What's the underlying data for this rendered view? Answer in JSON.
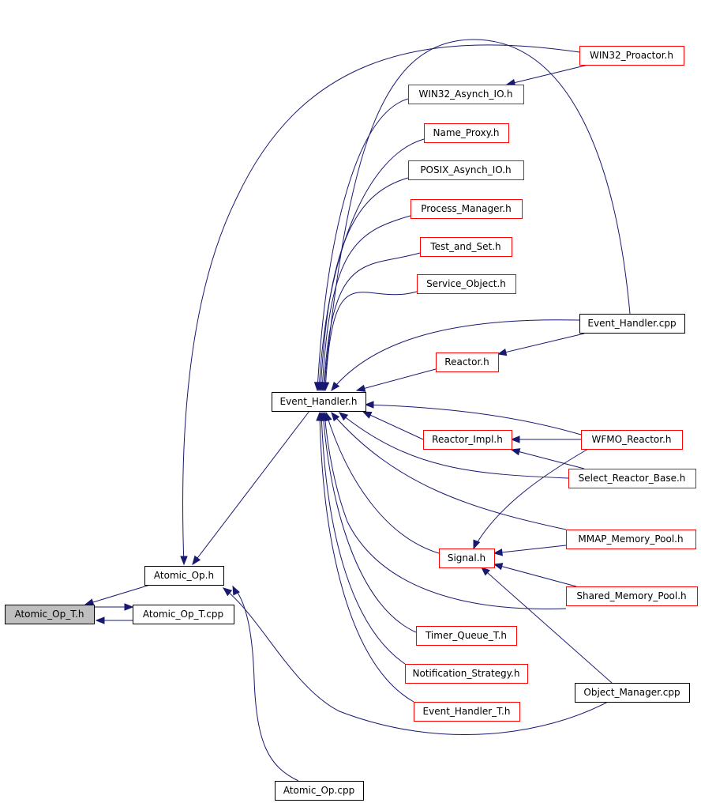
{
  "nodes": [
    {
      "id": "atomic_op_t_h",
      "label": "Atomic_Op_T.h",
      "style": "current"
    },
    {
      "id": "atomic_op_t_cpp",
      "label": "Atomic_Op_T.cpp",
      "style": "documented"
    },
    {
      "id": "atomic_op_h",
      "label": "Atomic_Op.h",
      "style": "documented"
    },
    {
      "id": "atomic_op_cpp",
      "label": "Atomic_Op.cpp",
      "style": "documented"
    },
    {
      "id": "event_handler_h",
      "label": "Event_Handler.h",
      "style": "documented"
    },
    {
      "id": "win32_proactor_h",
      "label": "WIN32_Proactor.h",
      "style": "undocumented"
    },
    {
      "id": "win32_asynch_io_h",
      "label": "WIN32_Asynch_IO.h",
      "style": "undocumented"
    },
    {
      "id": "name_proxy_h",
      "label": "Name_Proxy.h",
      "style": "undocumented"
    },
    {
      "id": "posix_asynch_io_h",
      "label": "POSIX_Asynch_IO.h",
      "style": "undocumented"
    },
    {
      "id": "process_manager_h",
      "label": "Process_Manager.h",
      "style": "undocumented"
    },
    {
      "id": "test_and_set_h",
      "label": "Test_and_Set.h",
      "style": "undocumented"
    },
    {
      "id": "service_object_h",
      "label": "Service_Object.h",
      "style": "undocumented"
    },
    {
      "id": "event_handler_cpp",
      "label": "Event_Handler.cpp",
      "style": "documented"
    },
    {
      "id": "reactor_h",
      "label": "Reactor.h",
      "style": "undocumented"
    },
    {
      "id": "reactor_impl_h",
      "label": "Reactor_Impl.h",
      "style": "undocumented"
    },
    {
      "id": "wfmo_reactor_h",
      "label": "WFMO_Reactor.h",
      "style": "undocumented"
    },
    {
      "id": "select_reactor_base_h",
      "label": "Select_Reactor_Base.h",
      "style": "undocumented"
    },
    {
      "id": "mmap_memory_pool_h",
      "label": "MMAP_Memory_Pool.h",
      "style": "undocumented"
    },
    {
      "id": "signal_h",
      "label": "Signal.h",
      "style": "undocumented"
    },
    {
      "id": "shared_memory_pool_h",
      "label": "Shared_Memory_Pool.h",
      "style": "undocumented"
    },
    {
      "id": "timer_queue_t_h",
      "label": "Timer_Queue_T.h",
      "style": "undocumented"
    },
    {
      "id": "notification_strategy_h",
      "label": "Notification_Strategy.h",
      "style": "undocumented"
    },
    {
      "id": "event_handler_t_h",
      "label": "Event_Handler_T.h",
      "style": "undocumented"
    },
    {
      "id": "object_manager_cpp",
      "label": "Object_Manager.cpp",
      "style": "documented"
    }
  ],
  "edges": [
    {
      "from": "atomic_op_t_cpp",
      "to": "atomic_op_t_h"
    },
    {
      "from": "atomic_op_h",
      "to": "atomic_op_t_h"
    },
    {
      "from": "atomic_op_t_h",
      "to": "atomic_op_t_cpp"
    },
    {
      "from": "event_handler_h",
      "to": "atomic_op_h"
    },
    {
      "from": "win32_proactor_h",
      "to": "atomic_op_h"
    },
    {
      "from": "atomic_op_cpp",
      "to": "atomic_op_h"
    },
    {
      "from": "object_manager_cpp",
      "to": "atomic_op_h"
    },
    {
      "from": "win32_proactor_h",
      "to": "win32_asynch_io_h"
    },
    {
      "from": "win32_asynch_io_h",
      "to": "event_handler_h"
    },
    {
      "from": "name_proxy_h",
      "to": "event_handler_h"
    },
    {
      "from": "posix_asynch_io_h",
      "to": "event_handler_h"
    },
    {
      "from": "process_manager_h",
      "to": "event_handler_h"
    },
    {
      "from": "test_and_set_h",
      "to": "event_handler_h"
    },
    {
      "from": "service_object_h",
      "to": "event_handler_h"
    },
    {
      "from": "event_handler_cpp",
      "to": "event_handler_h"
    },
    {
      "from": "reactor_h",
      "to": "event_handler_h"
    },
    {
      "from": "event_handler_cpp",
      "to": "reactor_h"
    },
    {
      "from": "wfmo_reactor_h",
      "to": "event_handler_h"
    },
    {
      "from": "reactor_impl_h",
      "to": "event_handler_h"
    },
    {
      "from": "wfmo_reactor_h",
      "to": "reactor_impl_h"
    },
    {
      "from": "select_reactor_base_h",
      "to": "reactor_impl_h"
    },
    {
      "from": "select_reactor_base_h",
      "to": "event_handler_h"
    },
    {
      "from": "wfmo_reactor_h",
      "to": "signal_h"
    },
    {
      "from": "mmap_memory_pool_h",
      "to": "event_handler_h"
    },
    {
      "from": "mmap_memory_pool_h",
      "to": "signal_h"
    },
    {
      "from": "signal_h",
      "to": "event_handler_h"
    },
    {
      "from": "shared_memory_pool_h",
      "to": "signal_h"
    },
    {
      "from": "shared_memory_pool_h",
      "to": "event_handler_h"
    },
    {
      "from": "object_manager_cpp",
      "to": "signal_h"
    },
    {
      "from": "timer_queue_t_h",
      "to": "event_handler_h"
    },
    {
      "from": "notification_strategy_h",
      "to": "event_handler_h"
    },
    {
      "from": "event_handler_t_h",
      "to": "event_handler_h"
    },
    {
      "from": "win32_proactor_h",
      "to": "event_handler_h"
    }
  ],
  "colors": {
    "edge": "#191970",
    "documented_border": "#000000",
    "undocumented_border": "#ff0000",
    "current_fill": "#bfbfbf"
  }
}
